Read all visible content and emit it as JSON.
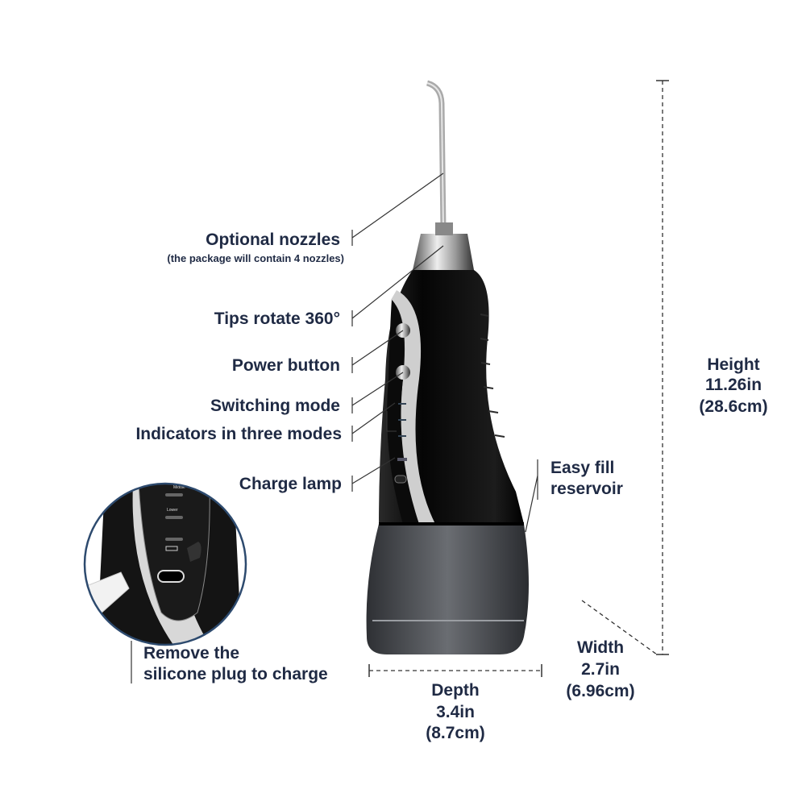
{
  "callouts": {
    "optional_nozzles": "Optional nozzles",
    "nozzles_note": "(the package will contain 4 nozzles)",
    "tips_rotate": "Tips rotate 360°",
    "power_button": "Power button",
    "switching_mode": "Switching mode",
    "indicators": "Indicators in three modes",
    "charge_lamp": "Charge lamp",
    "easy_fill_1": "Easy fill",
    "easy_fill_2": "reservoir",
    "remove_plug_1": "Remove the",
    "remove_plug_2": "silicone plug to charge"
  },
  "dimensions": {
    "height": {
      "label": "Height",
      "imperial": "11.26in",
      "metric": "(28.6cm)"
    },
    "width": {
      "label": "Width",
      "imperial": "2.7in",
      "metric": "(6.96cm)"
    },
    "depth": {
      "label": "Depth",
      "imperial": "3.4in",
      "metric": "(8.7cm)"
    }
  },
  "device_panel": {
    "mode_middle": "Middle",
    "mode_lower": "Lower"
  },
  "colors": {
    "text": "#1f2a44",
    "inset_ring": "#2d4a6e",
    "body": "#111111",
    "reservoir": "#4a4d52"
  }
}
